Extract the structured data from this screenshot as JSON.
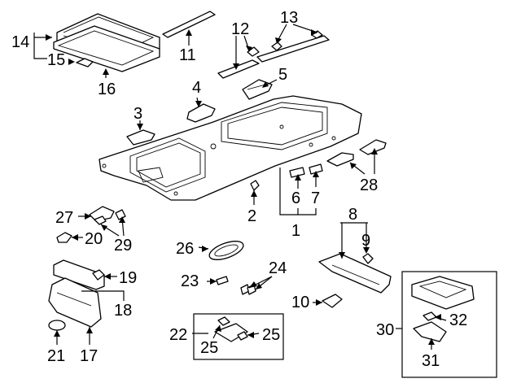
{
  "diagram": {
    "title": "Roof Headliner & Interior Trim Parts Diagram",
    "callouts": [
      {
        "id": "c1",
        "label": "1"
      },
      {
        "id": "c2",
        "label": "2"
      },
      {
        "id": "c3",
        "label": "3"
      },
      {
        "id": "c4",
        "label": "4"
      },
      {
        "id": "c5",
        "label": "5"
      },
      {
        "id": "c6",
        "label": "6"
      },
      {
        "id": "c7",
        "label": "7"
      },
      {
        "id": "c8",
        "label": "8"
      },
      {
        "id": "c9",
        "label": "9"
      },
      {
        "id": "c10",
        "label": "10"
      },
      {
        "id": "c11",
        "label": "11"
      },
      {
        "id": "c12",
        "label": "12"
      },
      {
        "id": "c13",
        "label": "13"
      },
      {
        "id": "c14",
        "label": "14"
      },
      {
        "id": "c15",
        "label": "15"
      },
      {
        "id": "c16",
        "label": "16"
      },
      {
        "id": "c17",
        "label": "17"
      },
      {
        "id": "c18",
        "label": "18"
      },
      {
        "id": "c19",
        "label": "19"
      },
      {
        "id": "c20",
        "label": "20"
      },
      {
        "id": "c21",
        "label": "21"
      },
      {
        "id": "c22",
        "label": "22"
      },
      {
        "id": "c23",
        "label": "23"
      },
      {
        "id": "c24",
        "label": "24"
      },
      {
        "id": "c25a",
        "label": "25"
      },
      {
        "id": "c25b",
        "label": "25"
      },
      {
        "id": "c26",
        "label": "26"
      },
      {
        "id": "c27",
        "label": "27"
      },
      {
        "id": "c28",
        "label": "28"
      },
      {
        "id": "c29",
        "label": "29"
      },
      {
        "id": "c30",
        "label": "30"
      },
      {
        "id": "c31",
        "label": "31"
      },
      {
        "id": "c32",
        "label": "32"
      }
    ]
  }
}
